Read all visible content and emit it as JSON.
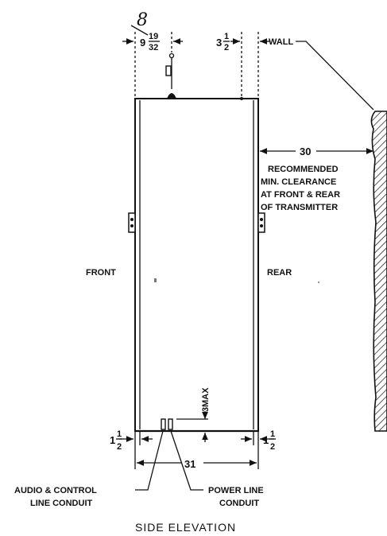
{
  "drawing": {
    "title": "SIDE ELEVATION",
    "handwritten_mark": "8",
    "labels": {
      "wall": "WALL",
      "front": "FRONT",
      "rear": "REAR",
      "clearance_note": [
        "RECOMMENDED",
        "MIN. CLEARANCE",
        "AT FRONT & REAR",
        "OF TRANSMITTER"
      ],
      "audio_conduit": [
        "AUDIO & CONTROL",
        "LINE CONDUIT"
      ],
      "power_conduit": [
        "POWER LINE",
        "CONDUIT"
      ]
    },
    "dimensions": {
      "top_front_whole": "9",
      "top_front_num": "19",
      "top_front_den": "32",
      "top_rear_whole": "3",
      "top_rear_num": "1",
      "top_rear_den": "2",
      "clearance": "30",
      "conduit_height": "3MAX",
      "base_width": "31",
      "base_left_whole": "1",
      "base_left_num": "1",
      "base_left_den": "2",
      "base_right_whole": "1",
      "base_right_num": "1",
      "base_right_den": "2"
    }
  }
}
